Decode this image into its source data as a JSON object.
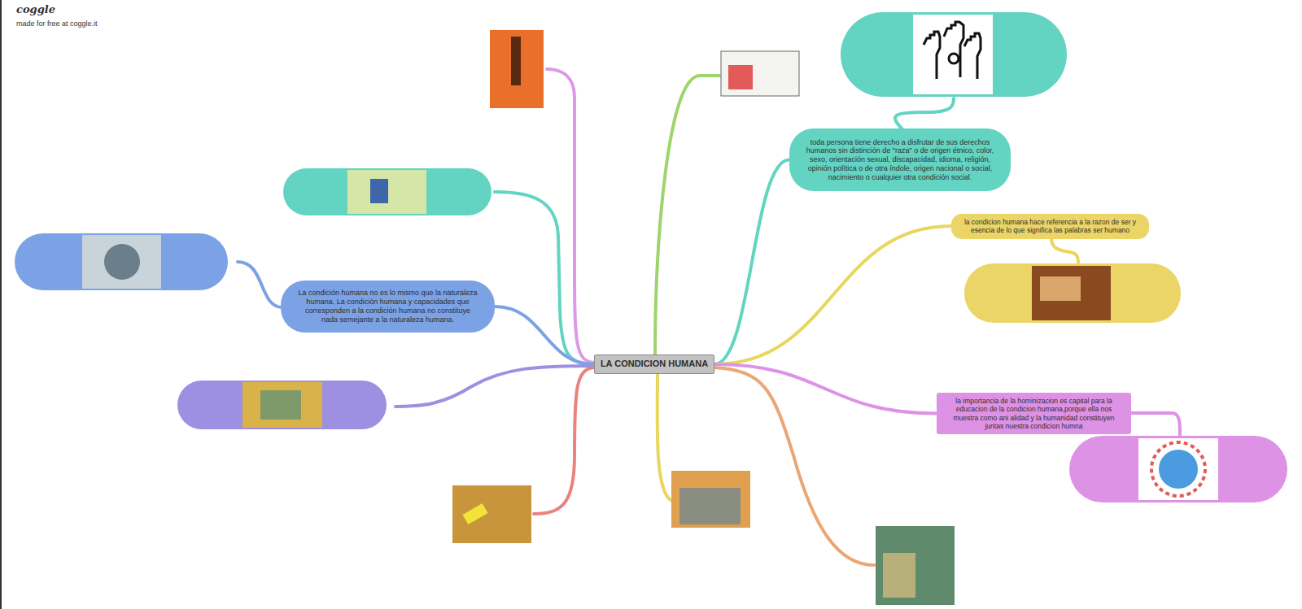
{
  "diagram": {
    "nodes": [
      {
        "text": [
          "LA CONDICION HUMANA"
        ]
      },
      {
        "text": [
          "toda persona tiene derecho a disfrutar de sus derechos humanos sin distinción de \"raza\" o de origen étnico, color, sexo, orientación sexual, discapacidad, idioma, religión, opinión política o de otra índole, origen nacional o social, nacimiento o cualquier otra condición social."
        ]
      },
      {
        "text": [
          "la condicion humana hace referencia a la razon de ser y esencia de lo que significa las palabras ser humano"
        ]
      },
      {
        "text": [
          "la importancia de la hominizacion es capital para la educacion de la condicion humana,porque ella nos muestra como ani alidad y la humanidad constituyen juntas nuestra condicion humna"
        ]
      },
      {
        "text": [
          "La condición humana no es lo mismo que la naturaleza humana. La condición humana y capacidades que corresponden a la condición humana no constituye nada semejante a la naturaleza humana."
        ]
      }
    ],
    "edges": [
      {
        "from": 0,
        "to": 1,
        "arrow": "none"
      },
      {
        "from": 0,
        "to": 2,
        "arrow": "none"
      },
      {
        "from": 0,
        "to": 3,
        "arrow": "none"
      },
      {
        "from": 0,
        "to": 4,
        "arrow": "none"
      }
    ],
    "labels": [
      "coggle",
      "made for free at coggle.it"
    ]
  }
}
